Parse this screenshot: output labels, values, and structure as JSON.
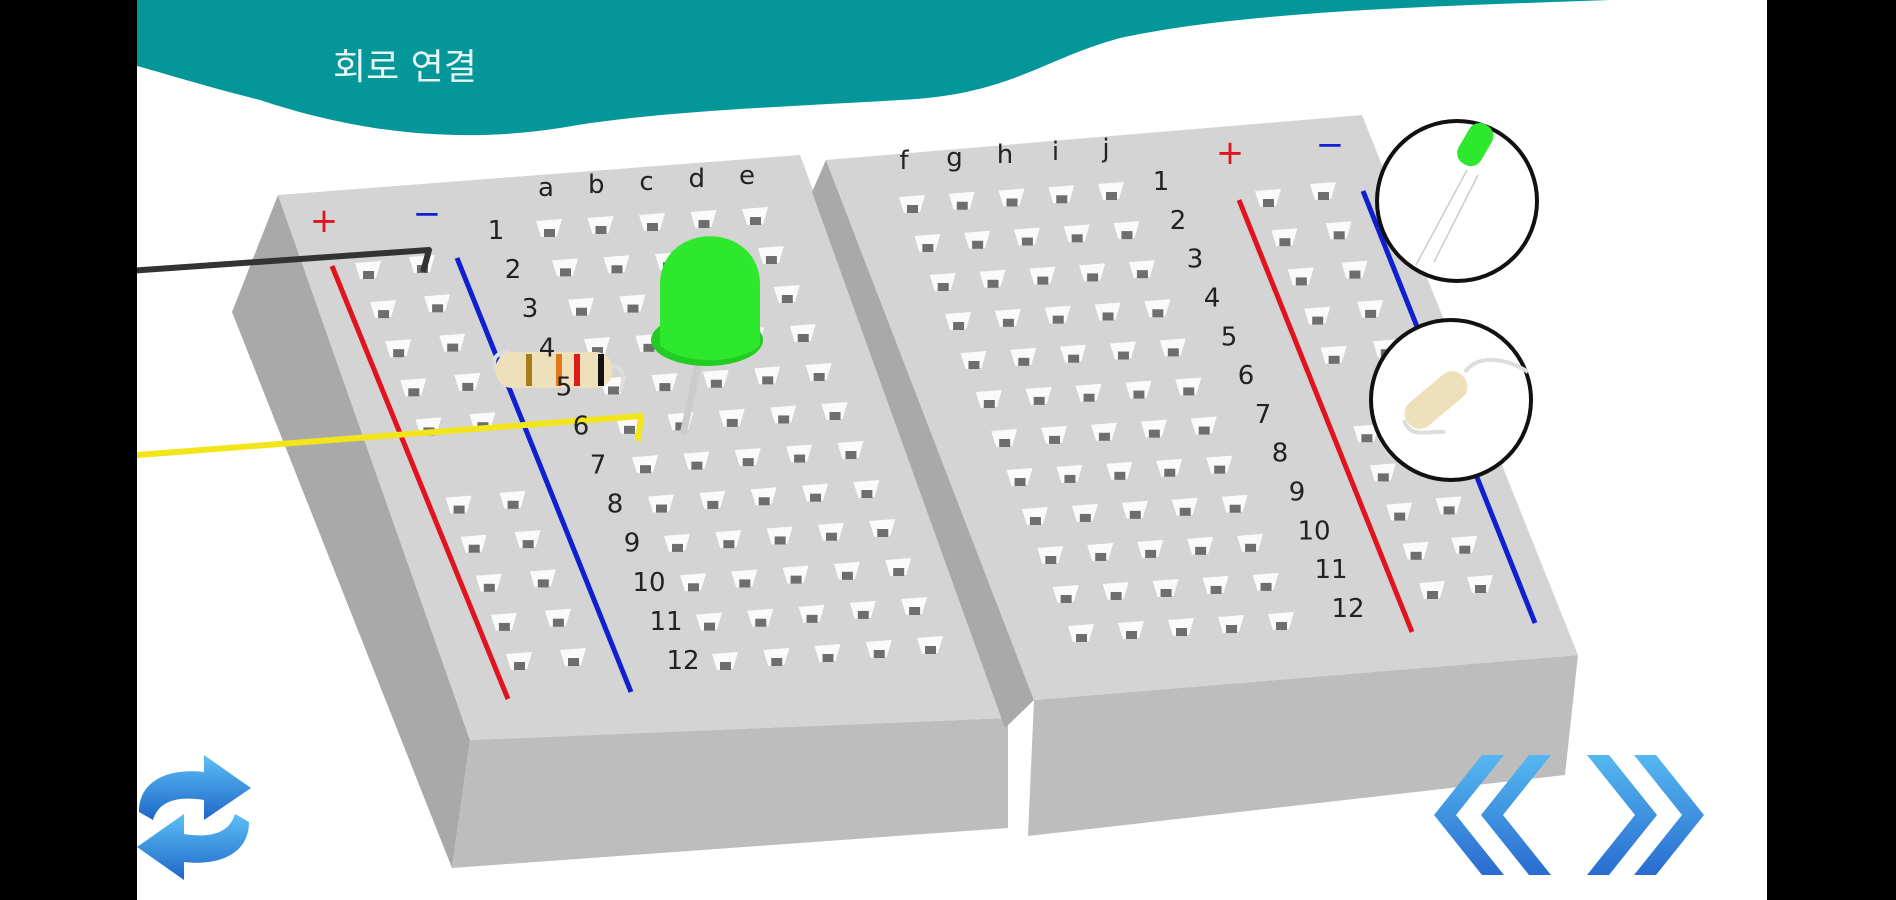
{
  "header": {
    "title": "회로 연결"
  },
  "breadboard": {
    "left_columns": [
      "a",
      "b",
      "c",
      "d",
      "e"
    ],
    "right_columns": [
      "f",
      "g",
      "h",
      "i",
      "j"
    ],
    "rows": [
      "1",
      "2",
      "3",
      "4",
      "5",
      "6",
      "7",
      "8",
      "9",
      "10",
      "11",
      "12"
    ],
    "rail_plus": "+",
    "rail_minus": "−"
  },
  "colors": {
    "header_teal": "#03979a",
    "rail_red": "#e0141e",
    "rail_blue": "#1020d0",
    "board": "#d4d4d4",
    "led_green": "#2ee82e",
    "wire_yellow": "#f2e61a",
    "wire_black": "#333333",
    "nav_blue": "#3a8ee0"
  },
  "palette": {
    "items": [
      "led-part",
      "resistor-part"
    ]
  },
  "nav": {
    "refresh": "refresh-icon",
    "prev": "double-chevron-left-icon",
    "next": "double-chevron-right-icon"
  }
}
